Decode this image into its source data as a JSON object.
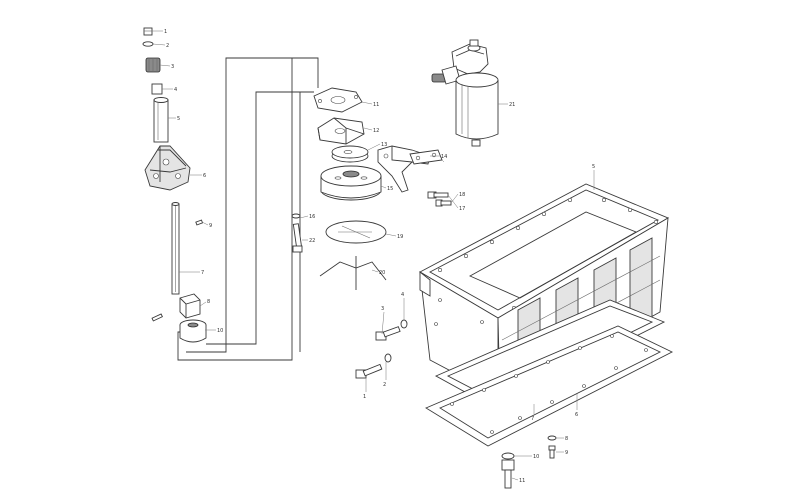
{
  "callouts": [
    {
      "id": "c1",
      "text": "1"
    },
    {
      "id": "c2",
      "text": "2"
    },
    {
      "id": "c3",
      "text": "3"
    },
    {
      "id": "c4",
      "text": "4"
    },
    {
      "id": "c5",
      "text": "5"
    },
    {
      "id": "c6",
      "text": "6"
    },
    {
      "id": "c7",
      "text": "7"
    },
    {
      "id": "c8",
      "text": "8"
    },
    {
      "id": "c9",
      "text": "9"
    },
    {
      "id": "c10",
      "text": "10"
    },
    {
      "id": "c11",
      "text": "11"
    },
    {
      "id": "c12",
      "text": "12"
    },
    {
      "id": "c13",
      "text": "13"
    },
    {
      "id": "c14",
      "text": "14"
    },
    {
      "id": "c15",
      "text": "15"
    },
    {
      "id": "c16",
      "text": "16"
    },
    {
      "id": "c17",
      "text": "17"
    },
    {
      "id": "c18",
      "text": "18"
    },
    {
      "id": "c19",
      "text": "19"
    },
    {
      "id": "c20",
      "text": "20"
    },
    {
      "id": "c21",
      "text": "21"
    },
    {
      "id": "c22",
      "text": "22"
    },
    {
      "id": "c23",
      "text": "1"
    },
    {
      "id": "c24",
      "text": "2"
    },
    {
      "id": "c25",
      "text": "3"
    },
    {
      "id": "c26",
      "text": "4"
    },
    {
      "id": "c27",
      "text": "5"
    },
    {
      "id": "c28",
      "text": "6"
    },
    {
      "id": "c29",
      "text": "7"
    },
    {
      "id": "c30",
      "text": "8"
    },
    {
      "id": "c31",
      "text": "9"
    },
    {
      "id": "c32",
      "text": "10"
    },
    {
      "id": "c33",
      "text": "11"
    }
  ]
}
